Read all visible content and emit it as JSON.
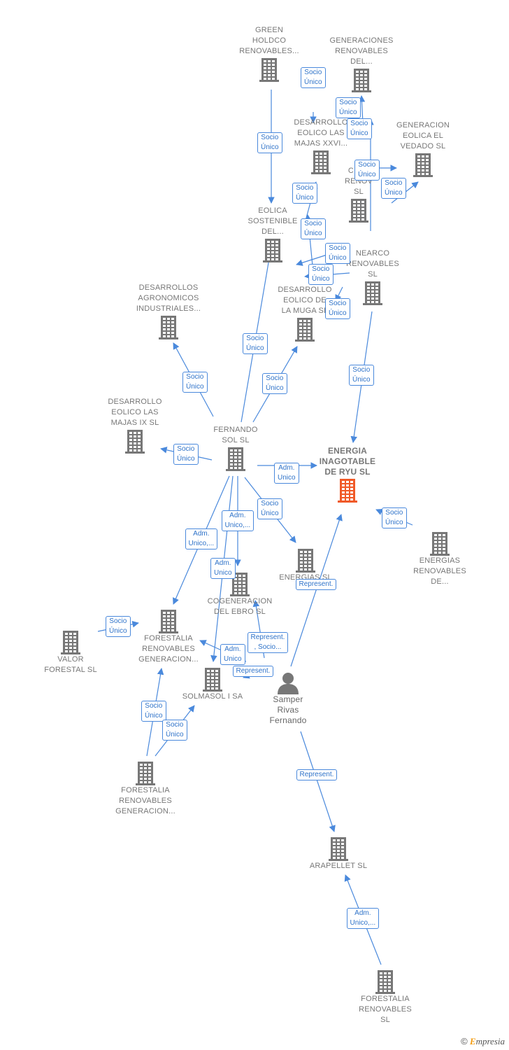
{
  "colors": {
    "edge": "#4a89dc",
    "node": "#777777",
    "focus": "#f05a28"
  },
  "nodes": [
    {
      "id": "green-holdco",
      "label": "GREEN\nHOLDCO\nRENOVABLES...",
      "type": "company"
    },
    {
      "id": "generaciones-renovables",
      "label": "GENERACIONES\nRENOVABLES\nDEL...",
      "type": "company"
    },
    {
      "id": "desarrollo-majas-xxvi",
      "label": "DESARROLLO\nEOLICO LAS\nMAJAS XXVI...",
      "type": "company"
    },
    {
      "id": "generacion-vedado",
      "label": "GENERACION\nEOLICA EL\nVEDADO SL",
      "type": "company"
    },
    {
      "id": "clar-renov",
      "label": "CLAR\nRENOV\nSL",
      "type": "company"
    },
    {
      "id": "eolica-sostenible",
      "label": "EOLICA\nSOSTENIBLE\nDEL...",
      "type": "company"
    },
    {
      "id": "nearco",
      "label": "NEARCO\nRENOVABLES\nSL",
      "type": "company"
    },
    {
      "id": "desarrollos-agronomicos",
      "label": "DESARROLLOS\nAGRONOMICOS\nINDUSTRIALES...",
      "type": "company"
    },
    {
      "id": "desarrollo-muga",
      "label": "DESARROLLO\nEOLICO DE\nLA MUGA SL",
      "type": "company"
    },
    {
      "id": "desarrollo-majas-ix",
      "label": "DESARROLLO\nEOLICO LAS\nMAJAS IX SL",
      "type": "company"
    },
    {
      "id": "fernando-sol",
      "label": "FERNANDO\nSOL SL",
      "type": "company"
    },
    {
      "id": "energia-inagotable",
      "label": "ENERGIA\nINAGOTABLE\nDE RYU SL",
      "type": "focus"
    },
    {
      "id": "energias-renovables",
      "label": "ENERGIAS\nRENOVABLES\nDE...",
      "type": "company"
    },
    {
      "id": "energias-sl",
      "label": "ENERGIAS SL",
      "type": "company"
    },
    {
      "id": "cogeneracion-ebro",
      "label": "COGENERACION\nDEL EBRO SL",
      "type": "company"
    },
    {
      "id": "valor-forestal",
      "label": "VALOR\nFORESTAL SL",
      "type": "company"
    },
    {
      "id": "forestalia-generacion-1",
      "label": "FORESTALIA\nRENOVABLES\nGENERACION...",
      "type": "company"
    },
    {
      "id": "solmasol",
      "label": "SOLMASOL I SA",
      "type": "company"
    },
    {
      "id": "samper",
      "label": "Samper\nRivas\nFernando",
      "type": "person"
    },
    {
      "id": "forestalia-generacion-2",
      "label": "FORESTALIA\nRENOVABLES\nGENERACION...",
      "type": "company"
    },
    {
      "id": "arapellet",
      "label": "ARAPELLET SL",
      "type": "company"
    },
    {
      "id": "forestalia-renovables",
      "label": "FORESTALIA\nRENOVABLES\nSL",
      "type": "company"
    }
  ],
  "edges": [
    {
      "from": "green-holdco",
      "to": "eolica-sostenible",
      "label": "Socio\nÚnico"
    },
    {
      "from": "generaciones-renovables",
      "to": "desarrollo-majas-xxvi",
      "label": "Socio\nÚnico"
    },
    {
      "from": "nearco",
      "to": "generaciones-renovables",
      "label": "Socio\nÚnico"
    },
    {
      "from": "nearco",
      "to": "clar-renov",
      "label": "Socio\nÚnico"
    },
    {
      "from": "nearco",
      "to": "generacion-vedado",
      "label": "Socio\nÚnico"
    },
    {
      "from": "nearco",
      "to": "generacion-vedado",
      "label": "Socio\nÚnico"
    },
    {
      "from": "desarrollo-majas-xxvi",
      "to": "eolica-sostenible",
      "label": "Socio\nÚnico"
    },
    {
      "from": "nearco",
      "to": "desarrollo-muga",
      "label": "Socio\nÚnico"
    },
    {
      "from": "nearco",
      "to": "eolica-sostenible",
      "label": "Socio\nÚnico"
    },
    {
      "from": "nearco",
      "to": "desarrollo-muga",
      "label": "Socio\nÚnico"
    },
    {
      "from": "nearco",
      "to": "desarrollo-muga",
      "label": "Socio\nÚnico"
    },
    {
      "from": "nearco",
      "to": "energia-inagotable",
      "label": "Socio\nÚnico"
    },
    {
      "from": "fernando-sol",
      "to": "eolica-sostenible",
      "label": "Socio\nÚnico"
    },
    {
      "from": "fernando-sol",
      "to": "desarrollos-agronomicos",
      "label": "Socio\nÚnico"
    },
    {
      "from": "fernando-sol",
      "to": "desarrollo-muga",
      "label": "Socio\nÚnico"
    },
    {
      "from": "fernando-sol",
      "to": "desarrollo-majas-ix",
      "label": "Socio\nÚnico"
    },
    {
      "from": "fernando-sol",
      "to": "energia-inagotable",
      "label": "Adm.\nUnico"
    },
    {
      "from": "fernando-sol",
      "to": "energias-sl",
      "label": "Socio\nÚnico"
    },
    {
      "from": "fernando-sol",
      "to": "cogeneracion-ebro",
      "label": "Adm.\nUnico,..."
    },
    {
      "from": "fernando-sol",
      "to": "forestalia-generacion-1",
      "label": "Adm.\nUnico,..."
    },
    {
      "from": "fernando-sol",
      "to": "solmasol",
      "label": "Adm.\nUnico"
    },
    {
      "from": "energias-renovables",
      "to": "energia-inagotable",
      "label": "Socio\nÚnico"
    },
    {
      "from": "samper",
      "to": "energia-inagotable",
      "label": "Represent."
    },
    {
      "from": "valor-forestal",
      "to": "forestalia-generacion-1",
      "label": "Socio\nÚnico"
    },
    {
      "from": "samper",
      "to": "cogeneracion-ebro",
      "label": "Represent.\n, Socio..."
    },
    {
      "from": "samper",
      "to": "forestalia-generacion-1",
      "label": "Adm.\nUnico"
    },
    {
      "from": "samper",
      "to": "solmasol",
      "label": "Represent."
    },
    {
      "from": "forestalia-generacion-2",
      "to": "forestalia-generacion-1",
      "label": "Socio\nÚnico"
    },
    {
      "from": "forestalia-generacion-2",
      "to": "solmasol",
      "label": "Socio\nÚnico"
    },
    {
      "from": "samper",
      "to": "arapellet",
      "label": "Represent."
    },
    {
      "from": "forestalia-renovables",
      "to": "arapellet",
      "label": "Adm.\nUnico,..."
    }
  ]
}
